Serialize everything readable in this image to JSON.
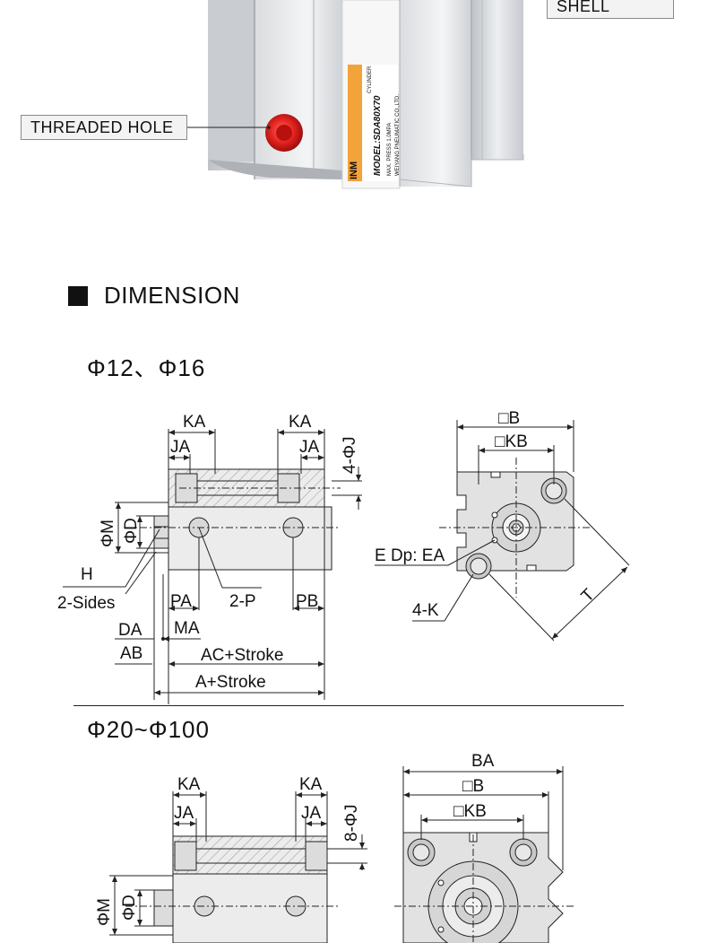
{
  "product": {
    "callouts": {
      "shell": "SHELL",
      "threaded_hole": "THREADED HOLE"
    },
    "label": {
      "brand": "INM",
      "tagline": "CYLINDER",
      "model": "MODEL:SDA80X70",
      "press": "MAX. PRESS 1.0MPA",
      "maker": "WEIYANG PNEUMATIC CO.,LTD."
    }
  },
  "dimension": {
    "title": "DIMENSION",
    "variant_small": "Φ12、Φ16",
    "variant_large": "Φ20~Φ100"
  },
  "drawing_small": {
    "side": {
      "ka_left": "KA",
      "ka_right": "KA",
      "ja_left": "JA",
      "ja_right": "JA",
      "holes": "4-ΦJ",
      "phi_m": "ΦM",
      "phi_d": "ΦD",
      "h": "H",
      "two_sides": "2-Sides",
      "pa": "PA",
      "two_p": "2-P",
      "pb": "PB",
      "da": "DA",
      "ma": "MA",
      "ab": "AB",
      "ac_stroke": "AC+Stroke",
      "a_stroke": "A+Stroke"
    },
    "front": {
      "b": "□B",
      "kb": "□KB",
      "e_dp": "E Dp: EA",
      "four_k": "4-K",
      "t": "T"
    }
  },
  "drawing_large": {
    "side": {
      "ka_left": "KA",
      "ka_right": "KA",
      "ja_left": "JA",
      "ja_right": "JA",
      "holes": "8-ΦJ",
      "phi_m": "ΦM",
      "phi_d": "ΦD"
    },
    "front": {
      "ba": "BA",
      "b": "□B",
      "kb": "□KB"
    }
  },
  "colors": {
    "callout_bg": "#f3f3f3",
    "port_red": "#e0201e",
    "label_orange": "#f2a33a",
    "ink": "#111111"
  }
}
